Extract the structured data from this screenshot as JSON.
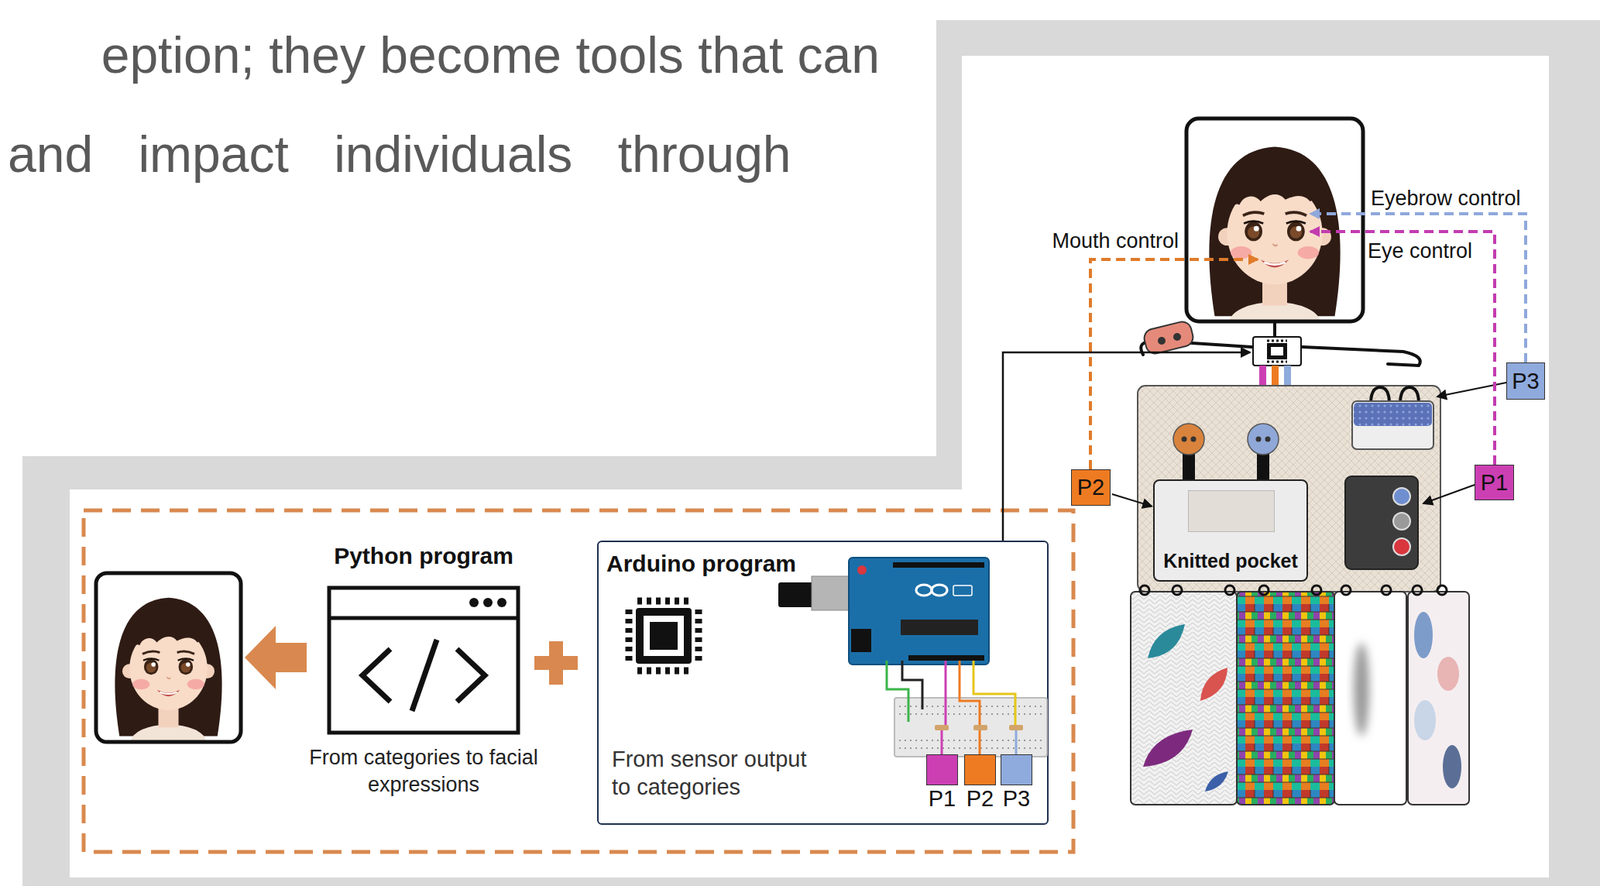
{
  "diagram": {
    "nodes": [
      {
        "text": [
          "P2"
        ]
      },
      {
        "text": [
          "Knitted pocket"
        ]
      },
      {
        "text": [
          "P3"
        ]
      },
      {
        "text": [
          "P1"
        ]
      },
      {
        "text": [
          "Python program",
          "From categories to facial expressions"
        ]
      },
      {
        "text": [
          "Arduino program",
          "From sensor output to categories"
        ]
      },
      {
        "text": [
          "P1"
        ],
        "in": 5
      },
      {
        "text": [
          "P2"
        ],
        "in": 5
      },
      {
        "text": [
          "P3"
        ],
        "in": 5
      }
    ],
    "edges": [
      {
        "from": 0,
        "to": 1,
        "arrow": "to"
      }
    ],
    "labels": [
      "eption; they become tools that can",
      "and impact individuals through",
      "Eyebrow control",
      "Eye control",
      "Mouth control"
    ]
  }
}
